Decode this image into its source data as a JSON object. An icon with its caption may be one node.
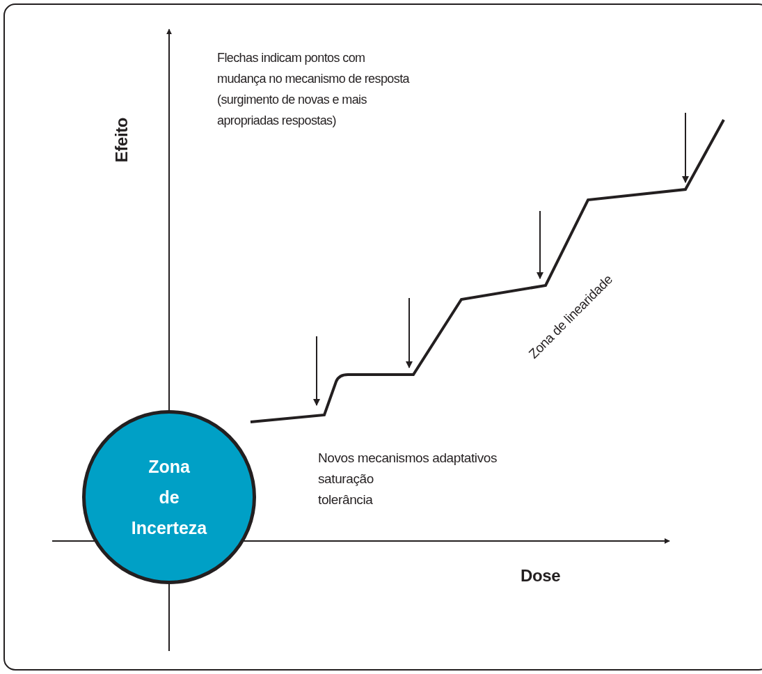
{
  "diagram": {
    "nodes": [
      {
        "text": [
          "Zona de Incerteza"
        ]
      }
    ],
    "labels": [
      "Efeito",
      "Flechas indicam pontos com mudança no mecanismo de resposta (surgimento de novas e mais apropriadas respostas)",
      "Zona de linearidade",
      "Novos mecanismos adaptativos",
      "saturação",
      "tolerância",
      "Dose"
    ]
  }
}
